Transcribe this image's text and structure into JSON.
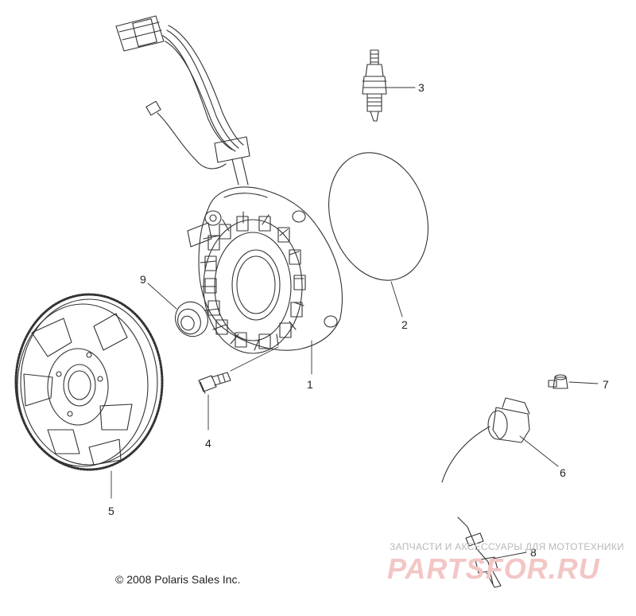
{
  "callouts": {
    "c1": "1",
    "c2": "2",
    "c3": "3",
    "c4": "4",
    "c5": "5",
    "c6": "6",
    "c7": "7",
    "c8": "8",
    "c9": "9"
  },
  "copyright": "© 2008 Polaris Sales Inc.",
  "watermark": {
    "tagline": "ЗАПЧАСТИ И АКСЕССУАРЫ ДЛЯ МОТОТЕХНИКИ",
    "logo": "PARTSFOR.RU",
    "color": "#f3c6c6"
  },
  "colors": {
    "line": "#333333"
  }
}
